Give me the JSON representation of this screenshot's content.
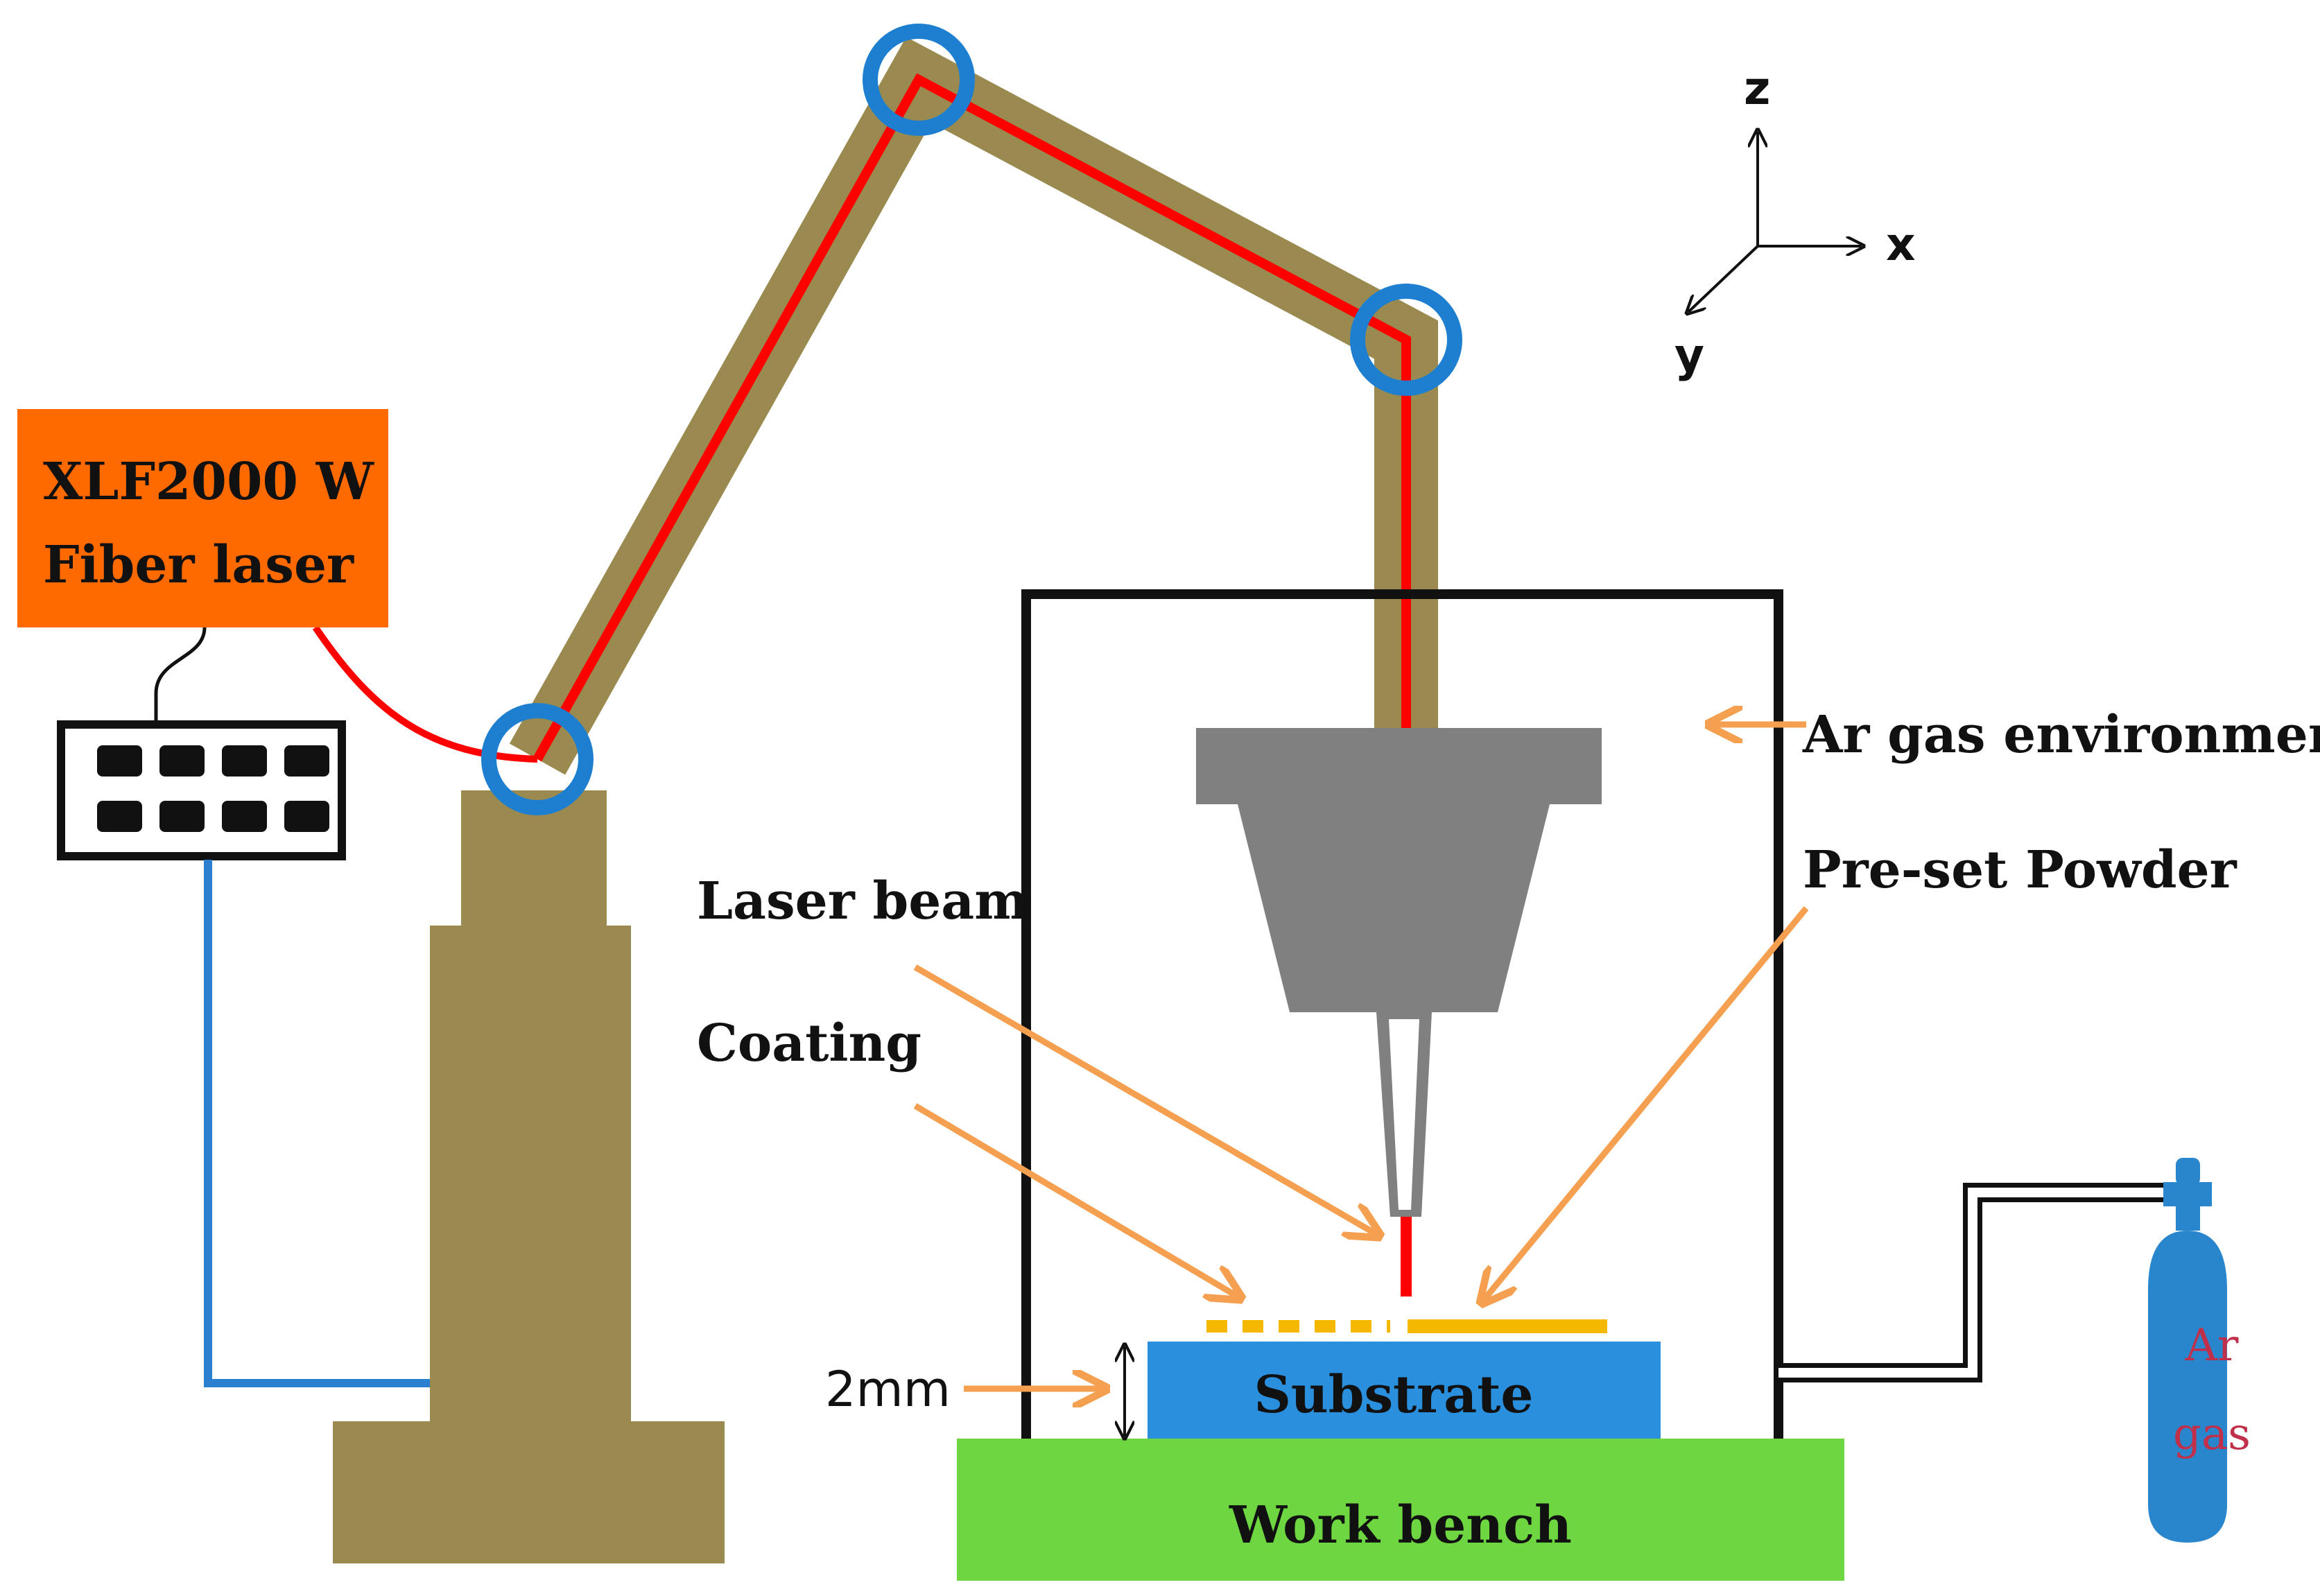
{
  "laser_box": {
    "line1": "XLF2000 W",
    "line2": "Fiber laser"
  },
  "labels": {
    "ar_env": "Ar gas environment",
    "preset_powder": "Pre-set Powder",
    "laser_beam": "Laser beam",
    "coating": "Coating",
    "thickness": "2mm",
    "substrate": "Substrate",
    "work_bench": "Work  bench",
    "gas_line1": "Ar",
    "gas_line2": "gas"
  },
  "axes": {
    "z": "z",
    "x": "x",
    "y": "y"
  },
  "colors": {
    "laser_box": "#ff6a00",
    "robot_arm": "#9a8a50",
    "beam": "#ff0000",
    "joint": "#1e7fd0",
    "nozzle": "#808080",
    "substrate": "#2a8fdd",
    "work_bench": "#6dd640",
    "powder": "#f5b800",
    "arrow": "#f5a050",
    "cable": "#2a80d0",
    "gas_cylinder": "#2a86cc"
  }
}
